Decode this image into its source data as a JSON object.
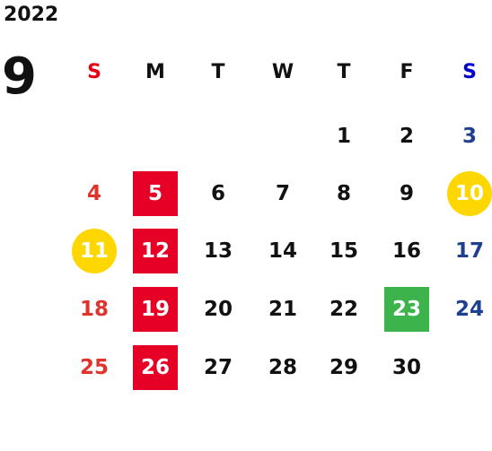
{
  "year": "2022",
  "month": "9",
  "weekdays": [
    {
      "label": "S",
      "color": "#e60012"
    },
    {
      "label": "M",
      "color": "#111111"
    },
    {
      "label": "T",
      "color": "#111111"
    },
    {
      "label": "W",
      "color": "#111111"
    },
    {
      "label": "T",
      "color": "#111111"
    },
    {
      "label": "F",
      "color": "#111111"
    },
    {
      "label": "S",
      "color": "#0000cc"
    }
  ],
  "colors": {
    "sunday": "#e0332b",
    "saturday": "#1f3f8f",
    "weekday": "#111111",
    "red_box": "#e60026",
    "gold_circle": "#ffd700",
    "green_box": "#3cb44b",
    "on_mark": "#ffffff"
  },
  "weeks": [
    [
      null,
      null,
      null,
      null,
      {
        "day": "1"
      },
      {
        "day": "2"
      },
      {
        "day": "3"
      }
    ],
    [
      {
        "day": "4"
      },
      {
        "day": "5",
        "mark": "red"
      },
      {
        "day": "6"
      },
      {
        "day": "7"
      },
      {
        "day": "8"
      },
      {
        "day": "9"
      },
      {
        "day": "10",
        "mark": "gold"
      }
    ],
    [
      {
        "day": "11",
        "mark": "gold"
      },
      {
        "day": "12",
        "mark": "red"
      },
      {
        "day": "13"
      },
      {
        "day": "14"
      },
      {
        "day": "15"
      },
      {
        "day": "16"
      },
      {
        "day": "17"
      }
    ],
    [
      {
        "day": "18"
      },
      {
        "day": "19",
        "mark": "red"
      },
      {
        "day": "20"
      },
      {
        "day": "21"
      },
      {
        "day": "22"
      },
      {
        "day": "23",
        "mark": "green"
      },
      {
        "day": "24"
      }
    ],
    [
      {
        "day": "25"
      },
      {
        "day": "26",
        "mark": "red"
      },
      {
        "day": "27"
      },
      {
        "day": "28"
      },
      {
        "day": "29"
      },
      {
        "day": "30"
      },
      null
    ]
  ]
}
